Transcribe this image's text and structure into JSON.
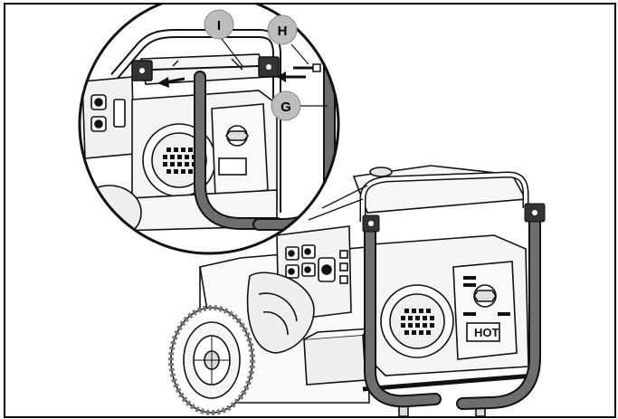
{
  "callouts": [
    {
      "id": "I",
      "label": "I"
    },
    {
      "id": "H",
      "label": "H"
    },
    {
      "id": "G",
      "label": "G"
    }
  ],
  "panel_label": "HOT",
  "colors": {
    "outline": "#111111",
    "handle_fill": "#6e6e6e",
    "badge_fill": "#bdbdbd",
    "engine_fill": "#f4f4f4"
  }
}
